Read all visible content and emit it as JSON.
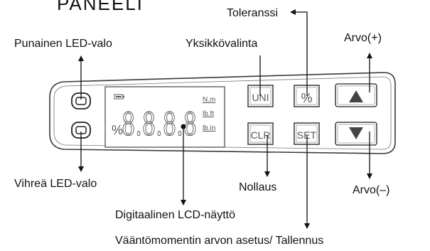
{
  "title": "PANEELI",
  "labels": {
    "red_led": "Punainen LED-valo",
    "green_led": "Vihreä LED-valo",
    "unit_select": "Yksikkövalinta",
    "tolerance": "Toleranssi",
    "value_plus": "Arvo(+)",
    "value_minus": "Arvo(–)",
    "reset": "Nollaus",
    "lcd": "Digitaalinen LCD-näyttö",
    "set_save": "Vääntömomentin arvon asetus/ Tallennus"
  },
  "display": {
    "digits": "8.8.8.8",
    "percent": "%",
    "units": [
      "N.m",
      "lb.ft",
      "lb.in"
    ]
  },
  "buttons": {
    "uni": "UNI",
    "percent": "%",
    "clr": "CLR",
    "set": "SET"
  },
  "colors": {
    "outline": "#3a3a3a",
    "button_text": "#555555",
    "display_text": "#666666"
  }
}
